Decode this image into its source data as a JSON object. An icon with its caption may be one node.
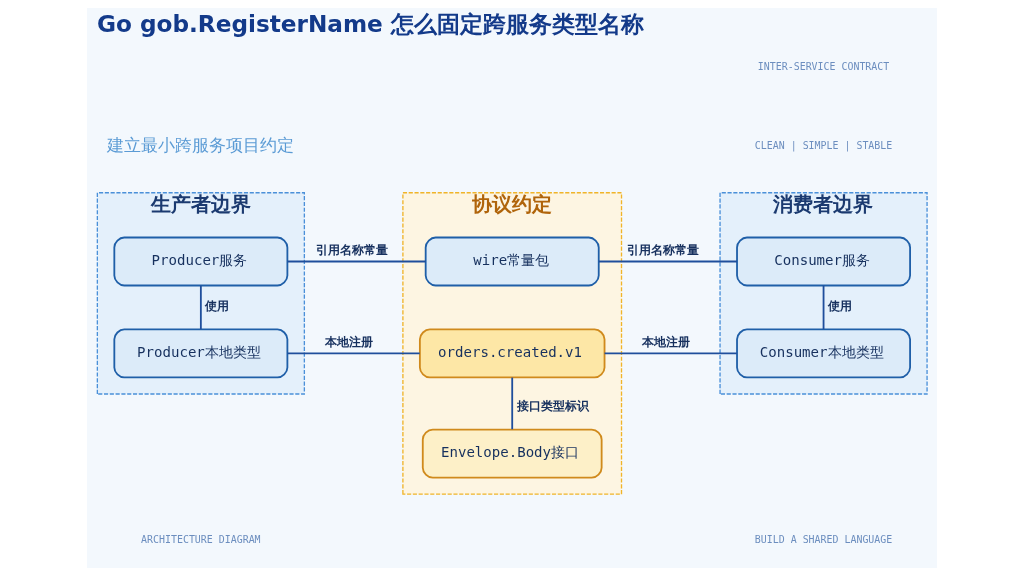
{
  "diagram": {
    "title": "Go gob.RegisterName 怎么固定跨服务类型名称",
    "nodes": [
      {
        "text": [
          "生产者边界"
        ]
      },
      {
        "text": [
          "Producer服务"
        ],
        "in": 0
      },
      {
        "text": [
          "Producer本地类型"
        ],
        "in": 0
      },
      {
        "text": [
          "协议约定"
        ]
      },
      {
        "text": [
          "wire常量包"
        ],
        "in": 3
      },
      {
        "text": [
          "orders.created.v1"
        ],
        "in": 3
      },
      {
        "text": [
          "Envelope.Body接口"
        ],
        "in": 3
      },
      {
        "text": [
          "消费者边界"
        ]
      },
      {
        "text": [
          "Consumer服务"
        ],
        "in": 7
      },
      {
        "text": [
          "Consumer本地类型"
        ],
        "in": 7
      }
    ],
    "edges": [
      {
        "from": 1,
        "to": 4,
        "arrow": "none",
        "label": "引用名称常量"
      },
      {
        "from": 4,
        "to": 8,
        "arrow": "none",
        "label": "引用名称常量"
      },
      {
        "from": 1,
        "to": 2,
        "arrow": "none",
        "label": "使用"
      },
      {
        "from": 8,
        "to": 9,
        "arrow": "none",
        "label": "使用"
      },
      {
        "from": 2,
        "to": 5,
        "arrow": "none",
        "label": "本地注册"
      },
      {
        "from": 5,
        "to": 9,
        "arrow": "none",
        "label": "本地注册"
      },
      {
        "from": 5,
        "to": 6,
        "arrow": "none",
        "label": "接口类型标识"
      }
    ],
    "labels": [
      "建立最小跨服务项目约定",
      "INTER-SERVICE CONTRACT",
      "CLEAN | SIMPLE | STABLE",
      "ARCHITECTURE DIAGRAM",
      "BUILD A SHARED LANGUAGE"
    ]
  }
}
